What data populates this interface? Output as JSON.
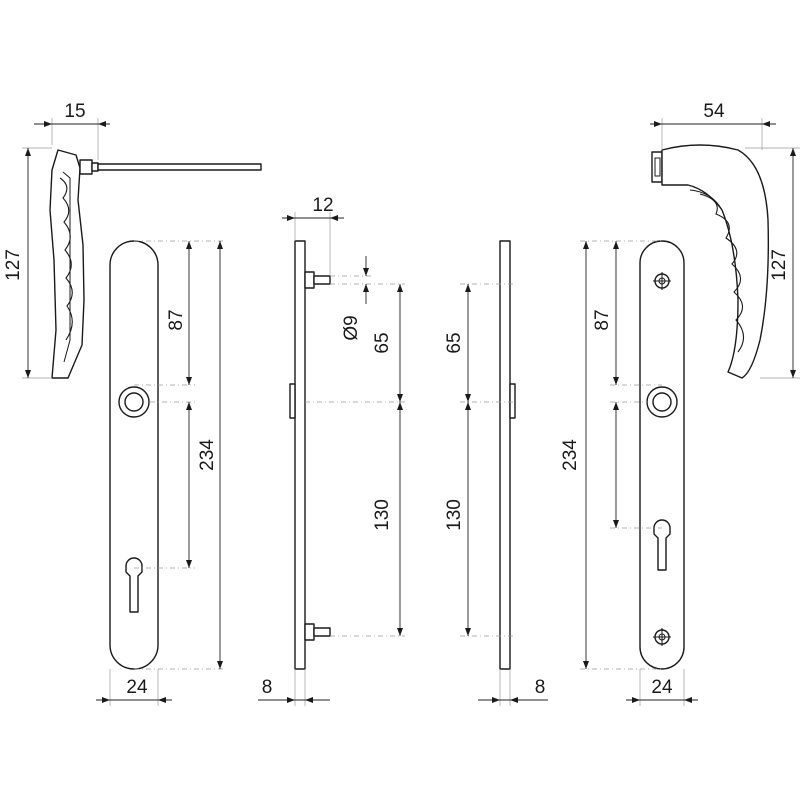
{
  "dimensions": {
    "handle_left_width": "15",
    "handle_left_height": "127",
    "plate_left_width": "24",
    "plate_left_total_height": "234",
    "plate_left_upper": "87",
    "spindle_offset": "12",
    "hole_diameter": "Ø9",
    "side_left_upper": "65",
    "side_left_lower": "130",
    "side_left_thickness": "8",
    "side_right_upper": "65",
    "side_right_lower": "130",
    "side_right_thickness": "8",
    "plate_right_total_height": "234",
    "plate_right_upper": "87",
    "plate_right_width": "24",
    "handle_right_width": "54",
    "handle_right_height": "127"
  },
  "colors": {
    "line": "#1a1a1a",
    "extension": "#9a9a9a",
    "background": "#ffffff"
  }
}
